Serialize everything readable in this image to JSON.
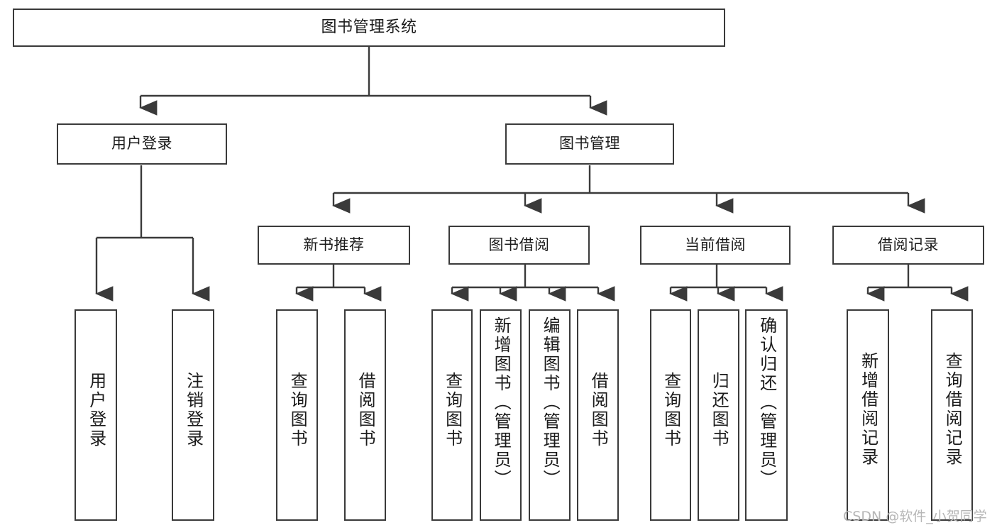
{
  "diagram": {
    "type": "tree",
    "title": "图书管理系统",
    "root": {
      "label": "图书管理系统"
    },
    "level2": [
      {
        "label": "用户登录"
      },
      {
        "label": "图书管理"
      }
    ],
    "level3": [
      {
        "label": "新书推荐"
      },
      {
        "label": "图书借阅"
      },
      {
        "label": "当前借阅"
      },
      {
        "label": "借阅记录"
      }
    ],
    "leaves": {
      "user_login": [
        {
          "label": "用户登录"
        },
        {
          "label": "注销登录"
        }
      ],
      "new_book_recommend": [
        {
          "label": "查询图书"
        },
        {
          "label": "借阅图书"
        }
      ],
      "book_borrow": [
        {
          "label": "查询图书"
        },
        {
          "label": "新增图书（管理员）"
        },
        {
          "label": "编辑图书（管理员）"
        },
        {
          "label": "借阅图书"
        }
      ],
      "current_borrow": [
        {
          "label": "查询图书"
        },
        {
          "label": "归还图书"
        },
        {
          "label": "确认归还（管理员）"
        }
      ],
      "borrow_record": [
        {
          "label": "新增借阅记录"
        },
        {
          "label": "查询借阅记录"
        }
      ]
    }
  },
  "watermark": {
    "text": "CSDN @软件_小贺同学"
  },
  "colors": {
    "stroke": "#3a3a3a",
    "background": "#ffffff",
    "text": "#1b1b1b",
    "watermark": "#b6b6b6"
  }
}
